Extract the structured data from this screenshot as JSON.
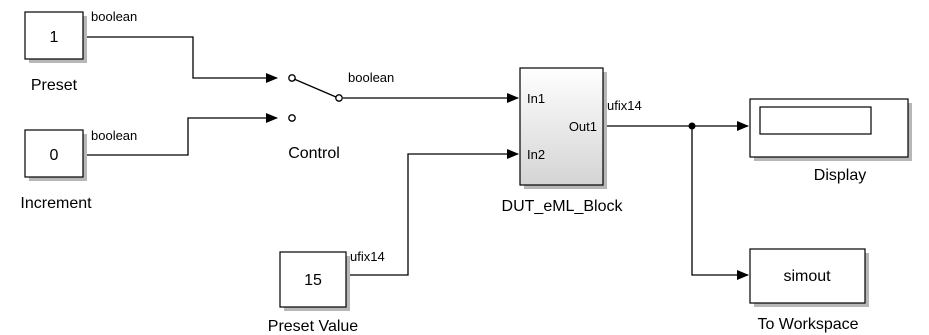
{
  "blocks": {
    "preset": {
      "value": "1",
      "label": "Preset"
    },
    "increment": {
      "value": "0",
      "label": "Increment"
    },
    "control": {
      "label": "Control"
    },
    "dut": {
      "label": "DUT_eML_Block",
      "in1": "In1",
      "in2": "In2",
      "out1": "Out1"
    },
    "preset_value": {
      "value": "15",
      "label": "Preset Value"
    },
    "display": {
      "label": "Display"
    },
    "to_workspace": {
      "value": "simout",
      "label": "To Workspace"
    }
  },
  "signals": {
    "preset_out": "boolean",
    "increment_out": "boolean",
    "switch_out": "boolean",
    "dut_out": "ufix14",
    "preset_value_out": "ufix14"
  },
  "colors": {
    "dut_gradient_top": "#ffffff",
    "dut_gradient_bottom": "#d4d4d4",
    "shadow": "#b7b7b7"
  }
}
